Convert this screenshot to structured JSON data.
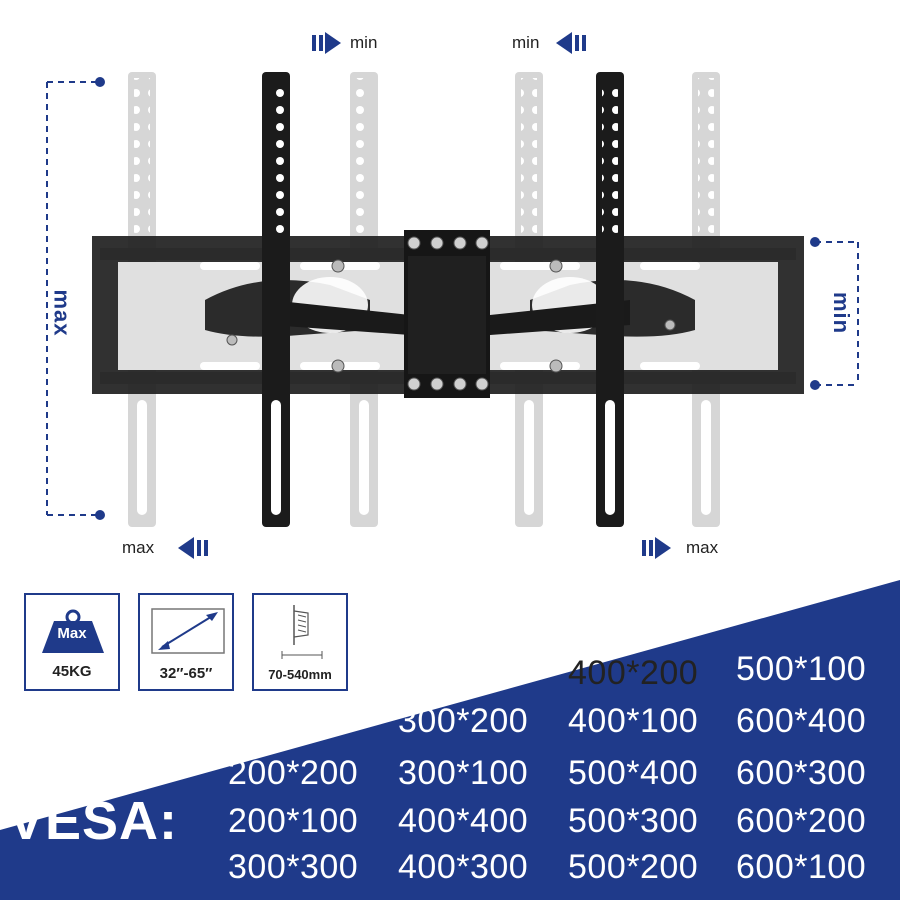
{
  "labels": {
    "min_top_left": "min",
    "min_top_right": "min",
    "max_bottom_left": "max",
    "max_bottom_right": "max",
    "max_vertical": "max",
    "min_vertical": "min"
  },
  "specs": {
    "weight_badge": "Max",
    "weight": "45KG",
    "screen_size": "32″-65″",
    "wall_distance": "70-540mm"
  },
  "vesa": {
    "title": "VESA:",
    "sizes": [
      [
        "200*200",
        "300*200",
        "400*200",
        "500*100"
      ],
      [
        "200*100",
        "300*100",
        "400*100",
        "600*400"
      ],
      [
        "300*300",
        "400*400",
        "500*400",
        "600*300"
      ],
      [
        "400*300",
        "500*300",
        "600*200"
      ],
      [
        "500*200",
        "600*100"
      ]
    ],
    "col1": [
      "200*200",
      "200*100",
      "300*300"
    ],
    "col2": [
      "300*200",
      "300*100",
      "400*400",
      "400*300"
    ],
    "col3": [
      "400*200",
      "400*100",
      "500*400",
      "500*300",
      "500*200"
    ],
    "col4": [
      "500*100",
      "600*400",
      "600*300",
      "600*200",
      "600*100"
    ]
  },
  "colors": {
    "brand_blue": "#1f3a8a",
    "bracket": "#1a1a1a",
    "ghost_arm": "#d4d4d4"
  }
}
